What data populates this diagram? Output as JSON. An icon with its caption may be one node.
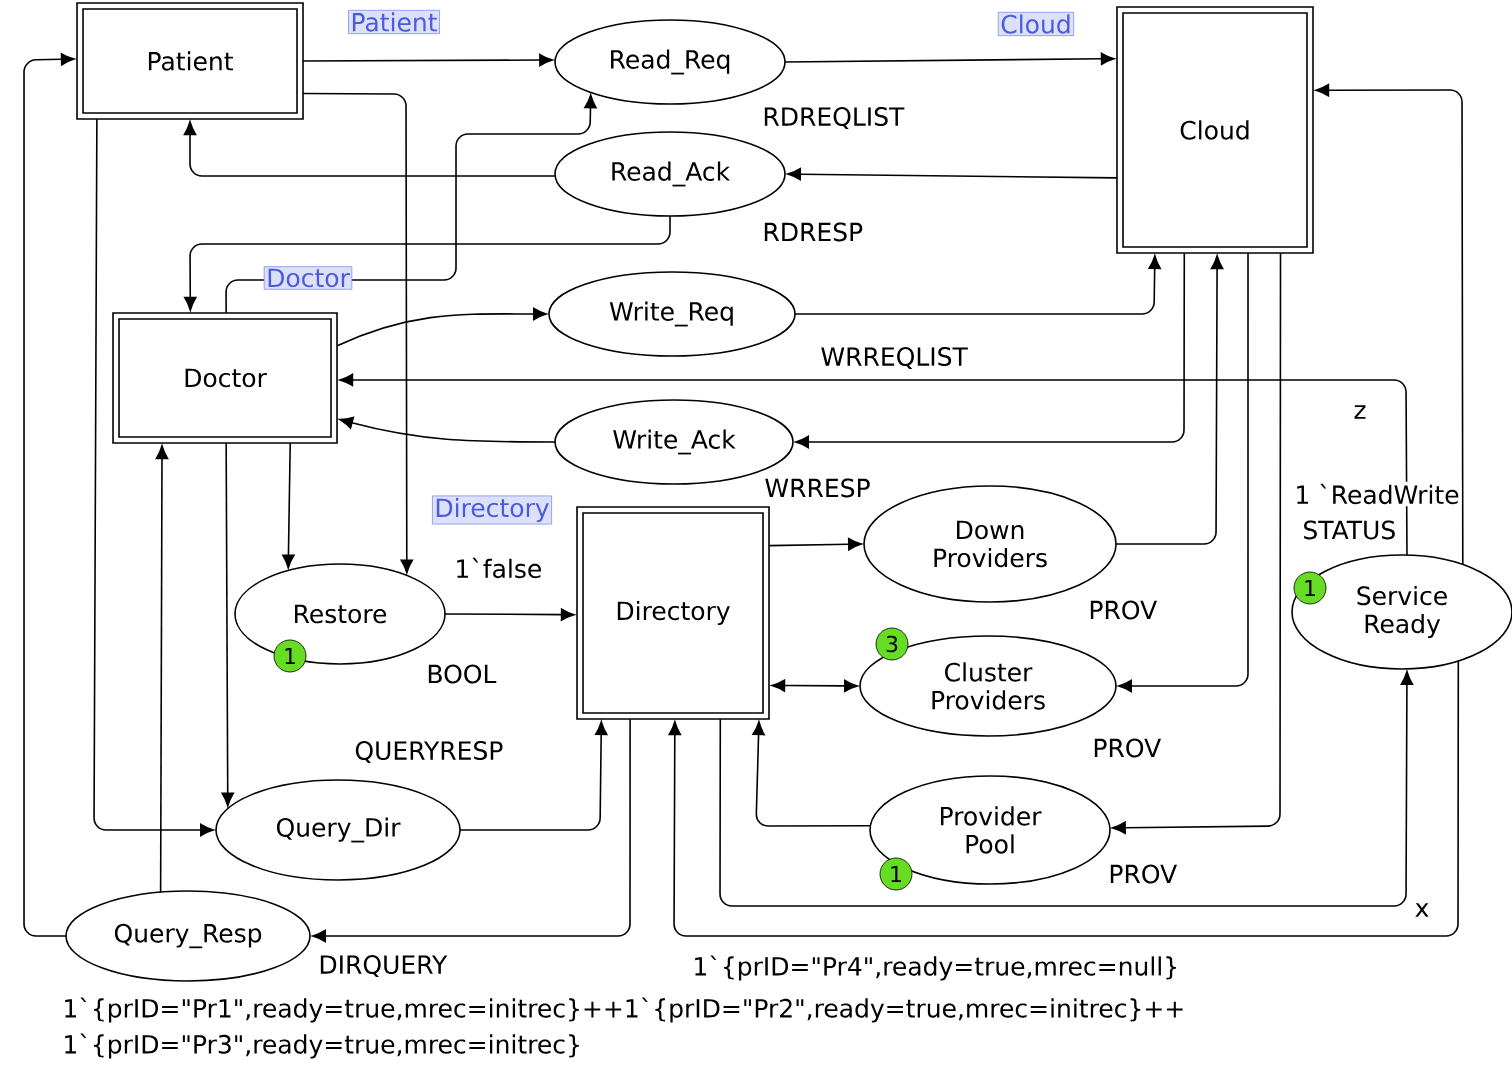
{
  "diagram": {
    "nodes": [
      {
        "text": [
          "Patient"
        ],
        "beside": [
          "Patient"
        ]
      },
      {
        "text": [
          "Read_Req"
        ],
        "beside": [
          "RDREQLIST"
        ]
      },
      {
        "text": [
          "Cloud"
        ],
        "beside": [
          "Cloud"
        ]
      },
      {
        "text": [
          "Read_Ack"
        ],
        "beside": [
          "RDRESP"
        ]
      },
      {
        "text": [
          "Doctor"
        ],
        "beside": [
          "Doctor"
        ]
      },
      {
        "text": [
          "Write_Req"
        ],
        "beside": [
          "WRREQLIST"
        ]
      },
      {
        "text": [
          "Write_Ack"
        ],
        "beside": [
          "WRRESP"
        ]
      },
      {
        "text": [
          "Restore",
          "1"
        ],
        "beside": [
          "1`false",
          "BOOL"
        ]
      },
      {
        "text": [
          "Directory"
        ]
      },
      {
        "text": [
          "Down Providers"
        ],
        "beside": [
          "PROV"
        ]
      },
      {
        "text": [
          "Cluster Providers"
        ],
        "beside": [
          "3",
          "PROV"
        ]
      },
      {
        "text": [
          "1",
          "Service Ready"
        ],
        "beside": [
          "1 `ReadWrite",
          "STATUS"
        ]
      },
      {
        "text": [
          "Query_Dir"
        ],
        "beside": [
          "QUERYRESP"
        ]
      },
      {
        "text": [
          "Provider Pool"
        ],
        "beside": [
          "1",
          "PROV"
        ]
      },
      {
        "text": [
          "Query_Resp"
        ],
        "beside": [
          "DIRQUERY"
        ]
      }
    ],
    "edges": [
      {
        "from": 0,
        "to": 1,
        "arrow": "to"
      },
      {
        "from": 1,
        "to": 2,
        "arrow": "to"
      },
      {
        "from": 2,
        "to": 3,
        "arrow": "to"
      },
      {
        "from": 3,
        "to": 0,
        "arrow": "to"
      },
      {
        "from": 3,
        "to": 4,
        "arrow": "to"
      },
      {
        "from": 4,
        "to": 1,
        "arrow": "to"
      },
      {
        "from": 4,
        "to": 5,
        "arrow": "to"
      },
      {
        "from": 5,
        "to": 2,
        "arrow": "to"
      },
      {
        "from": 11,
        "to": 4,
        "arrow": "to",
        "label": "z"
      },
      {
        "from": 2,
        "to": 6,
        "arrow": "to"
      },
      {
        "from": 6,
        "to": 4,
        "arrow": "to"
      },
      {
        "from": 11,
        "to": 2,
        "arrow": "to"
      },
      {
        "from": 4,
        "to": 7,
        "arrow": "to"
      },
      {
        "from": 0,
        "to": 7,
        "arrow": "to"
      },
      {
        "from": 7,
        "to": 8,
        "arrow": "to"
      },
      {
        "from": 8,
        "to": 9,
        "arrow": "to"
      },
      {
        "from": 8,
        "to": 10,
        "arrow": "both"
      },
      {
        "from": 9,
        "to": 2,
        "arrow": "to"
      },
      {
        "from": 2,
        "to": 10,
        "arrow": "to"
      },
      {
        "from": 2,
        "to": 13,
        "arrow": "to"
      },
      {
        "from": 13,
        "to": 8,
        "arrow": "to"
      },
      {
        "from": 12,
        "to": 8,
        "arrow": "to"
      },
      {
        "from": 0,
        "to": 12,
        "arrow": "to"
      },
      {
        "from": 4,
        "to": 12,
        "arrow": "to"
      },
      {
        "from": 14,
        "to": 4,
        "arrow": "to"
      },
      {
        "from": 14,
        "to": 0,
        "arrow": "to"
      },
      {
        "from": 8,
        "to": 14,
        "arrow": "to"
      },
      {
        "from": 8,
        "to": 11,
        "arrow": "to",
        "label": "x"
      },
      {
        "from": 11,
        "to": 8,
        "arrow": "to"
      }
    ],
    "labels": [
      "Directory",
      "1`{prID=\"Pr4\",ready=true,mrec=null}",
      "1`{prID=\"Pr1\",ready=true,mrec=initrec}++1`{prID=\"Pr2\",ready=true,mrec=initrec}++",
      "1`{prID=\"Pr3\",ready=true,mrec=initrec}"
    ]
  }
}
